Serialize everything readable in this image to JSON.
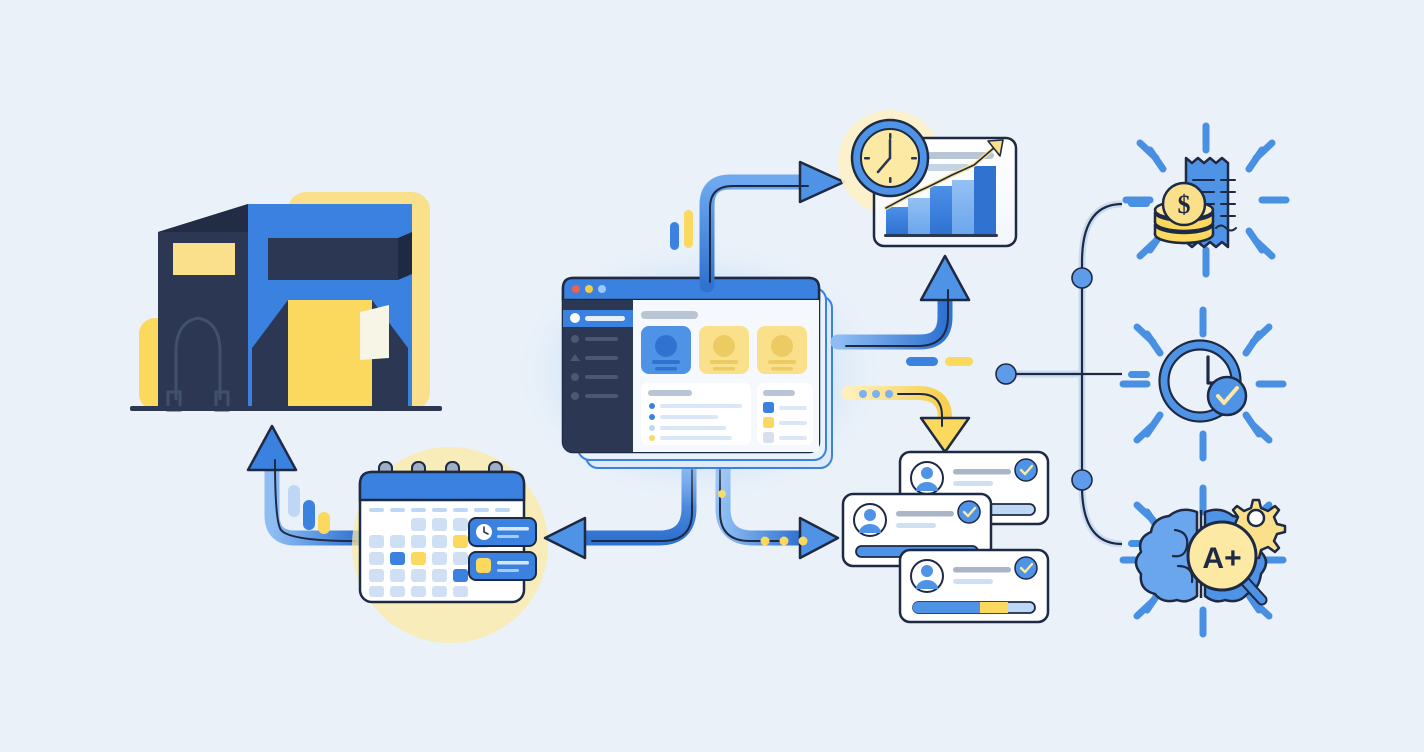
{
  "scene": {
    "title": "Mosque Management Workflow Illustration",
    "background_color": "#eaf1f9",
    "palette": {
      "blue": "#3b82e0",
      "blue_light": "#7cb0ef",
      "blue_pale": "#bdd7f5",
      "navy": "#2b3753",
      "navy_dark": "#222c44",
      "yellow": "#fbd85e",
      "yellow_light": "#fbe9a4",
      "yellow_pale": "#fdf1c6",
      "white": "#ffffff",
      "gray": "#aab6c8",
      "gray_light": "#d7e0ec",
      "outline": "#1e2a43"
    }
  },
  "nodes": {
    "mosque": {
      "name": "Mosque Building",
      "shape": "isometric-building",
      "colors": {
        "front": "#3b82e0",
        "side": "#2b3753",
        "accent": "#fbd85e",
        "backdrop": "#fbe08c"
      }
    },
    "calendar": {
      "name": "Calendar Scheduler",
      "weeks": 5,
      "days_per_week": 7,
      "header_color": "#3b82e0",
      "highlight_cells": [
        {
          "row": 2,
          "col": 4,
          "color": "#fbd85e"
        },
        {
          "row": 3,
          "col": 1,
          "color": "#3b82e0"
        },
        {
          "row": 3,
          "col": 2,
          "color": "#fbd85e"
        },
        {
          "row": 4,
          "col": 4,
          "color": "#3b82e0"
        }
      ],
      "event_cards": [
        {
          "icon": "clock-icon",
          "accent": "#ffffff"
        },
        {
          "icon": "square-icon",
          "accent": "#fbd85e"
        }
      ],
      "rings": 4,
      "backdrop_color": "#fbe9a4"
    },
    "dashboard": {
      "name": "Admin Dashboard Window",
      "window_controls": [
        {
          "name": "close",
          "color": "#f0604d"
        },
        {
          "name": "minimize",
          "color": "#f7c948"
        },
        {
          "name": "maximize",
          "color": "#7cb0ef"
        }
      ],
      "titlebar_color": "#3b82e0",
      "sidebar": {
        "background": "#2b3753",
        "active_index": 0,
        "items": [
          {
            "icon": "dot-icon",
            "active": true
          },
          {
            "icon": "user-icon",
            "active": false
          },
          {
            "icon": "triangle-icon",
            "active": false
          },
          {
            "icon": "dot-icon",
            "active": false
          },
          {
            "icon": "dot-icon",
            "active": false
          }
        ]
      },
      "content": {
        "page_heading_bar": true,
        "tiles": [
          {
            "color": "#3b82e0",
            "type": "profile-tile"
          },
          {
            "color": "#fbd85e",
            "type": "profile-tile"
          },
          {
            "color": "#fbd85e",
            "type": "profile-tile"
          }
        ],
        "list_panel": {
          "rows": [
            {
              "bullet": "#3b82e0",
              "width": 150
            },
            {
              "bullet": "#3b82e0",
              "width": 110
            },
            {
              "bullet": "#bdd7f5",
              "width": 125
            },
            {
              "bullet": "#fbd85e",
              "width": 135
            }
          ]
        },
        "legend_panel": {
          "rows": [
            {
              "swatch": "#3b82e0"
            },
            {
              "swatch": "#fbd85e"
            },
            {
              "swatch": "#d7e0ec"
            }
          ]
        }
      },
      "stacked_windows": 2
    },
    "analytics": {
      "name": "Analytics Report Card",
      "clock_badge": true,
      "trend": "rising",
      "bars": [
        {
          "value": 28,
          "color": "#3b82e0"
        },
        {
          "value": 38,
          "color": "#7cb0ef"
        },
        {
          "value": 52,
          "color": "#3b82e0"
        },
        {
          "value": 62,
          "color": "#7cb0ef"
        },
        {
          "value": 86,
          "color": "#2f6fd0"
        }
      ],
      "line_color": "#fbe08c",
      "header_bars": 2,
      "glow_color": "#fdf1c6"
    },
    "profile_cards": {
      "name": "Member Profile Cards",
      "count": 3,
      "cards": [
        {
          "verified": true,
          "progress": 0.0,
          "progress_accent": "none"
        },
        {
          "verified": true,
          "progress": 1.0,
          "progress_accent": "blue"
        },
        {
          "verified": true,
          "progress": 0.72,
          "progress_accent": "yellow"
        }
      ],
      "badge_color": "#3b82e0",
      "badge_check_color": "#fbe9a4"
    }
  },
  "feature_icons": [
    {
      "name": "donations-receipt-icon",
      "label": "receipt-with-coins",
      "glyphs": [
        "receipt",
        "coin-stack",
        "dollar-sign"
      ],
      "colors": {
        "receipt": "#3b82e0",
        "coins": "#fbd85e",
        "rays": "#4a90e2"
      },
      "ray_count": 12,
      "symbol": "$"
    },
    {
      "name": "attendance-clock-icon",
      "label": "clock-with-check",
      "glyphs": [
        "clock",
        "check-badge"
      ],
      "colors": {
        "clock": "#3b82e0",
        "badge": "#3b82e0",
        "check": "#fbe9a4",
        "rays": "#4a90e2"
      },
      "ray_count": 12
    },
    {
      "name": "smart-grading-icon",
      "label": "brain-magnifier-gear",
      "glyphs": [
        "brain",
        "magnifier",
        "gear"
      ],
      "colors": {
        "brain": "#4a90e2",
        "lens": "#fbe9a4",
        "gear": "#fbd85e",
        "rays": "#4a90e2"
      },
      "ray_count": 12,
      "symbol": "A+"
    }
  ],
  "connectors": {
    "arrows": [
      {
        "name": "dashboard-to-analytics-up",
        "color": "#3b82e0",
        "direction": "up"
      },
      {
        "name": "dashboard-to-analytics-topright",
        "color": "#3b82e0",
        "direction": "right"
      },
      {
        "name": "dashboard-to-profiles-down",
        "color": "#fbd85e",
        "direction": "down"
      },
      {
        "name": "dashboard-to-calendar-left",
        "color": "#3b82e0",
        "direction": "left"
      },
      {
        "name": "dashboard-to-profiles-right",
        "color": "#3b82e0",
        "direction": "right"
      },
      {
        "name": "calendar-to-mosque-up",
        "color": "#3b82e0",
        "direction": "up"
      }
    ],
    "tree": {
      "name": "feature-branch-tree",
      "node_color": "#5e9cea",
      "line_color": "#2b3753",
      "nodes": 4,
      "branches": 3
    },
    "dots": [
      {
        "color": "#fbd85e",
        "count": 3,
        "near": "profiles-arrow"
      },
      {
        "color": "#7cb0ef",
        "count": 3,
        "near": "yellow-arrow"
      }
    ],
    "pills": [
      {
        "color": "#3b82e0"
      },
      {
        "color": "#fbd85e"
      }
    ]
  }
}
